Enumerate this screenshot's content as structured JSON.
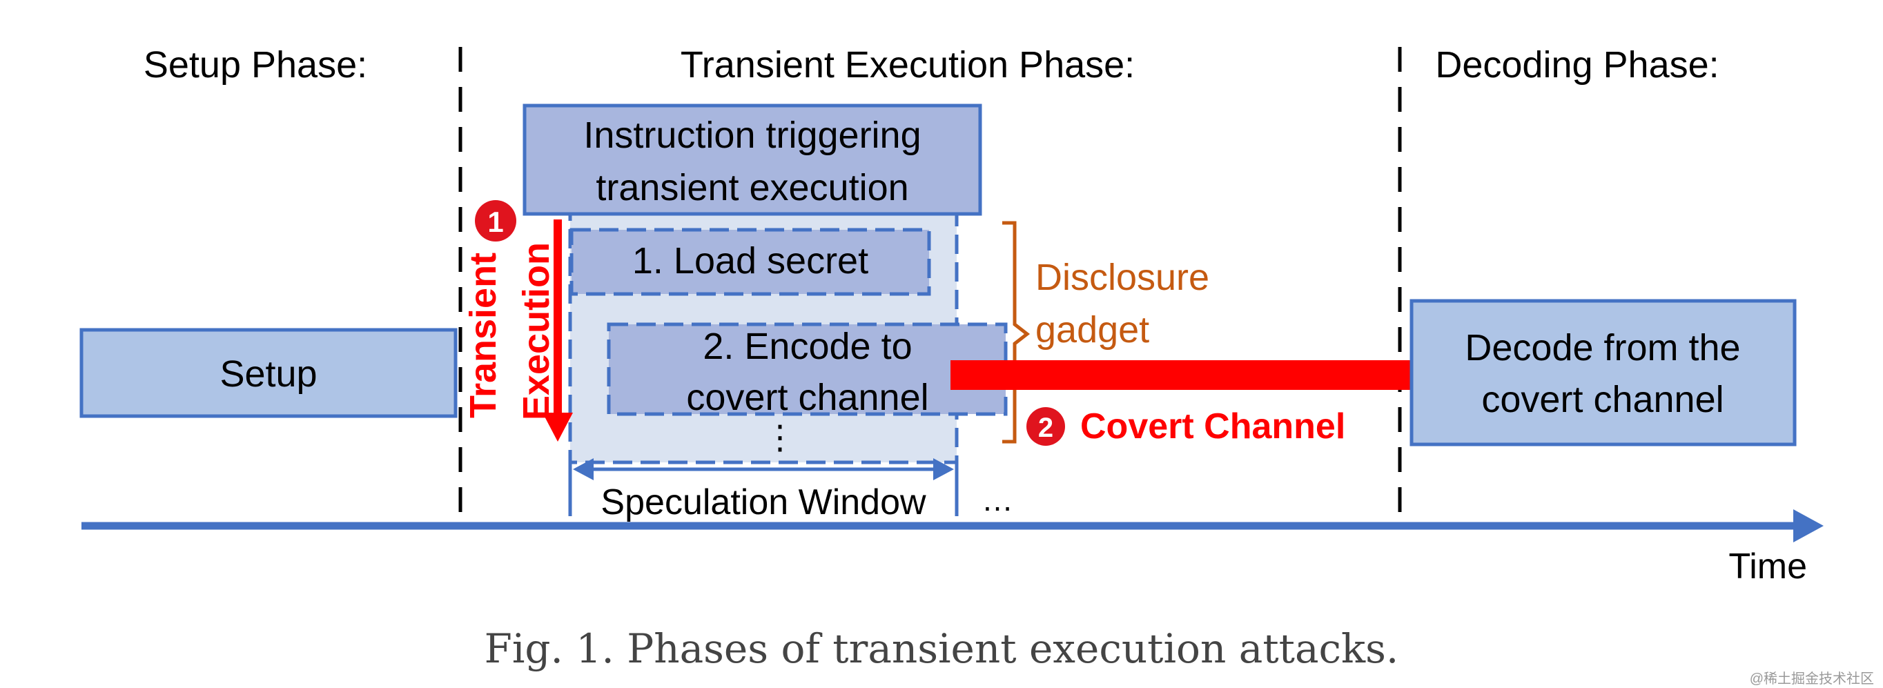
{
  "phases": {
    "setup": "Setup Phase:",
    "transient": "Transient Execution Phase:",
    "decoding": "Decoding Phase:"
  },
  "boxes": {
    "setup": "Setup",
    "trigger_line1": "Instruction triggering",
    "trigger_line2": "transient execution",
    "load_secret": "1. Load secret",
    "encode_line1": "2. Encode to",
    "encode_line2": "covert channel",
    "ellipsis_vertical": "⋮",
    "decode_line1": "Decode from the",
    "decode_line2": "covert channel"
  },
  "labels": {
    "transient": "Transient",
    "execution": "Execution",
    "step1_number": "1",
    "step2_number": "2",
    "covert_channel": "Covert Channel",
    "disclosure_line1": "Disclosure",
    "disclosure_line2": "gadget",
    "speculation_window": "Speculation Window",
    "trailing_ellipsis": "…",
    "time": "Time",
    "watermark": "@稀土掘金技术社区"
  },
  "caption": "Fig. 1.  Phases of transient execution attacks.",
  "colors": {
    "box_fill": "#aec4e6",
    "box_stroke": "#4472c4",
    "window_fill": "#dae3f1",
    "inner_fill": "#a8b6de",
    "accent_red": "#ff0000",
    "badge_red": "#e0141e",
    "gadget_orange": "#c55a11",
    "axis_blue": "#4472c4"
  }
}
